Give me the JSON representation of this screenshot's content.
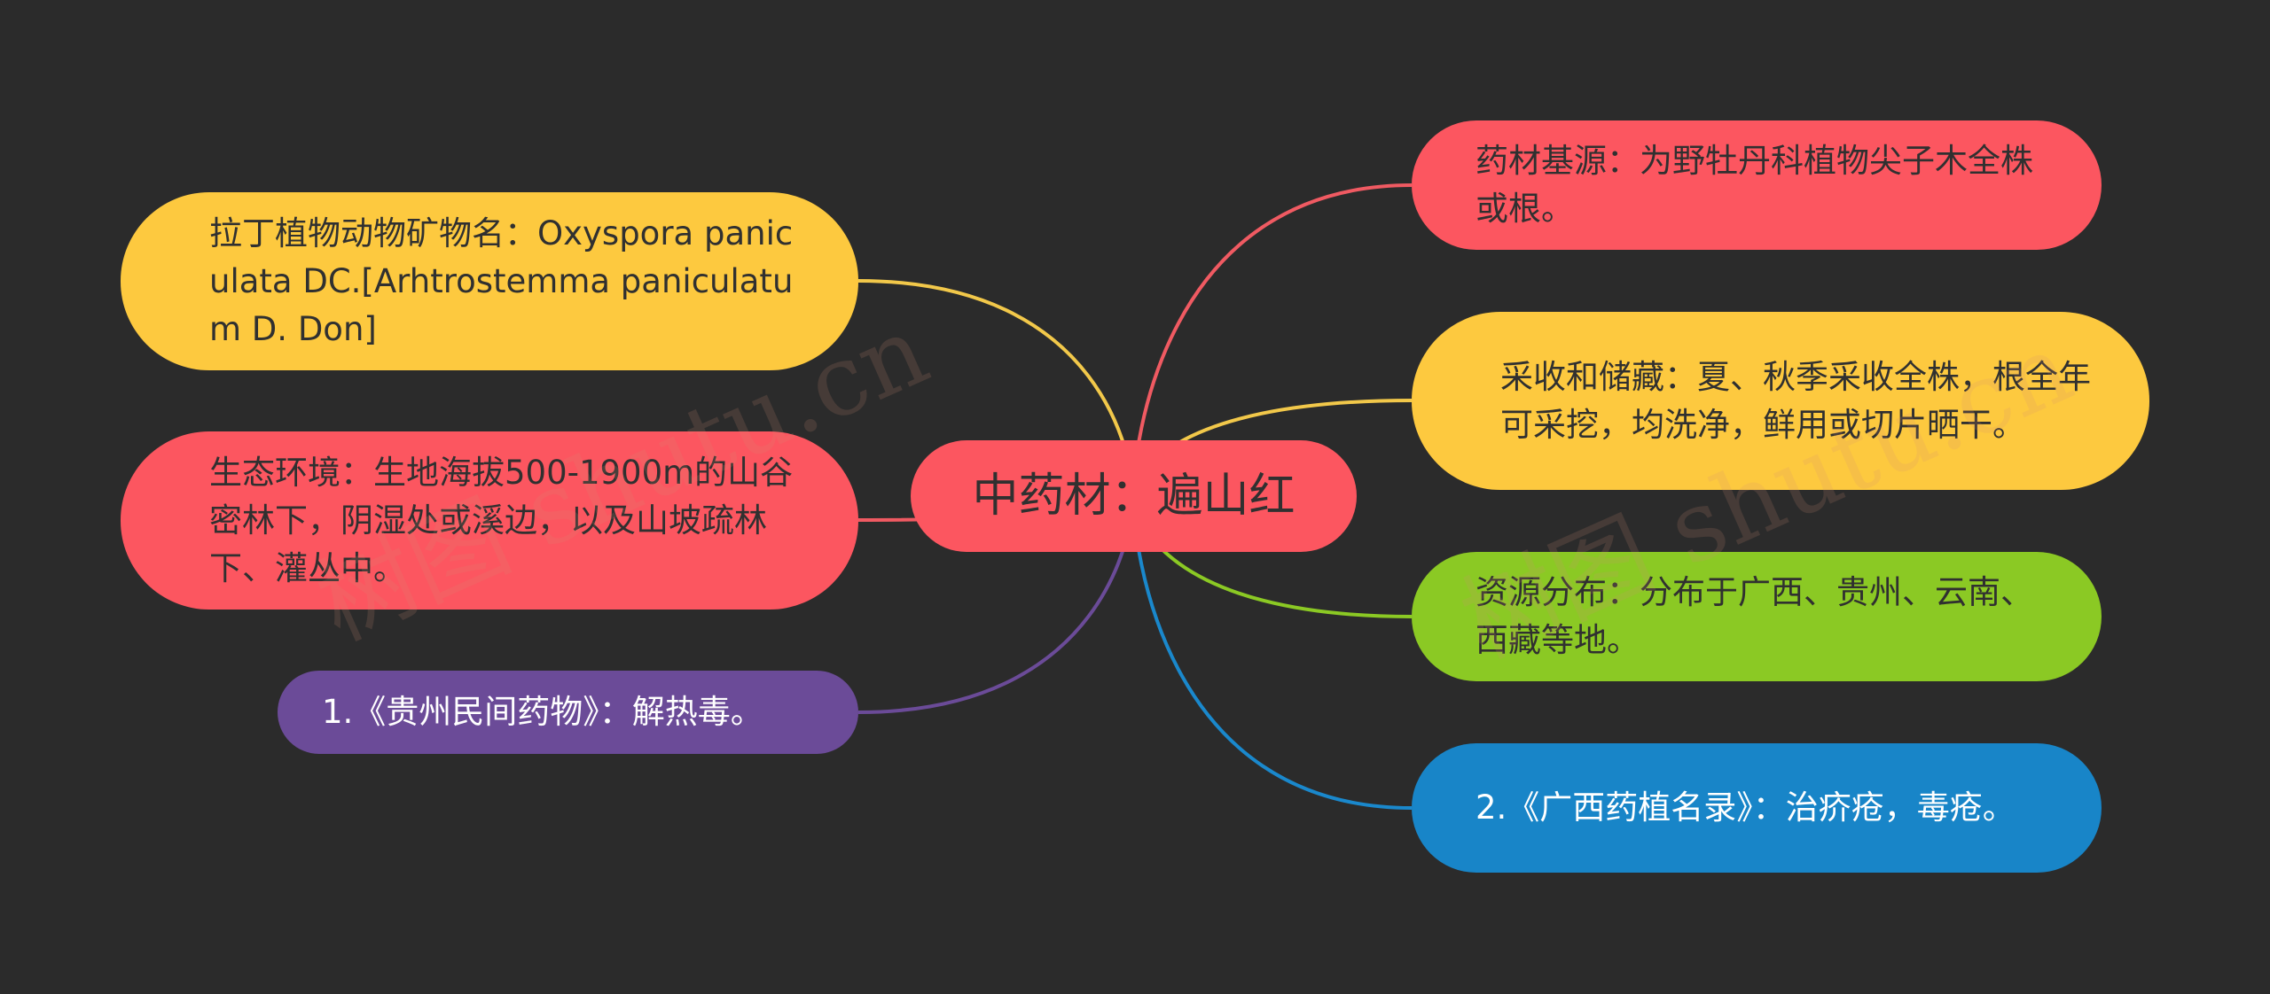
{
  "mindmap": {
    "center": {
      "label": "中药材：遍山红",
      "color": "#fc5660"
    },
    "left": [
      {
        "label": "拉丁植物动物矿物名：Oxyspora paniculata DC.[Arhtrostemma paniculatum D. Don]",
        "color": "#fdc93f",
        "line_color": "#f2c84a"
      },
      {
        "label": "生态环境：生地海拔500-1900m的山谷密林下，阴湿处或溪边，以及山坡疏林下、灌丛中。",
        "color": "#fc5660",
        "line_color": "#f05a62"
      },
      {
        "label": "1.《贵州民间药物》：解热毒。",
        "color": "#6b4b98",
        "line_color": "#6b4b98"
      }
    ],
    "right": [
      {
        "label": "药材基源：为野牡丹科植物尖子木全株或根。",
        "color": "#fc5660",
        "line_color": "#f05a62"
      },
      {
        "label": "采收和储藏：夏、秋季采收全株，根全年可采挖，均洗净，鲜用或切片晒干。",
        "color": "#fdc93f",
        "line_color": "#f2c84a"
      },
      {
        "label": "资源分布：分布于广西、贵州、云南、西藏等地。",
        "color": "#8bc924",
        "line_color": "#8bc924"
      },
      {
        "label": "2.《广西药植名录》：治疥疮，毒疮。",
        "color": "#1885c8",
        "line_color": "#1a88cc"
      }
    ]
  },
  "watermark": "树图 shutu.cn",
  "background_color": "#2b2b2b"
}
